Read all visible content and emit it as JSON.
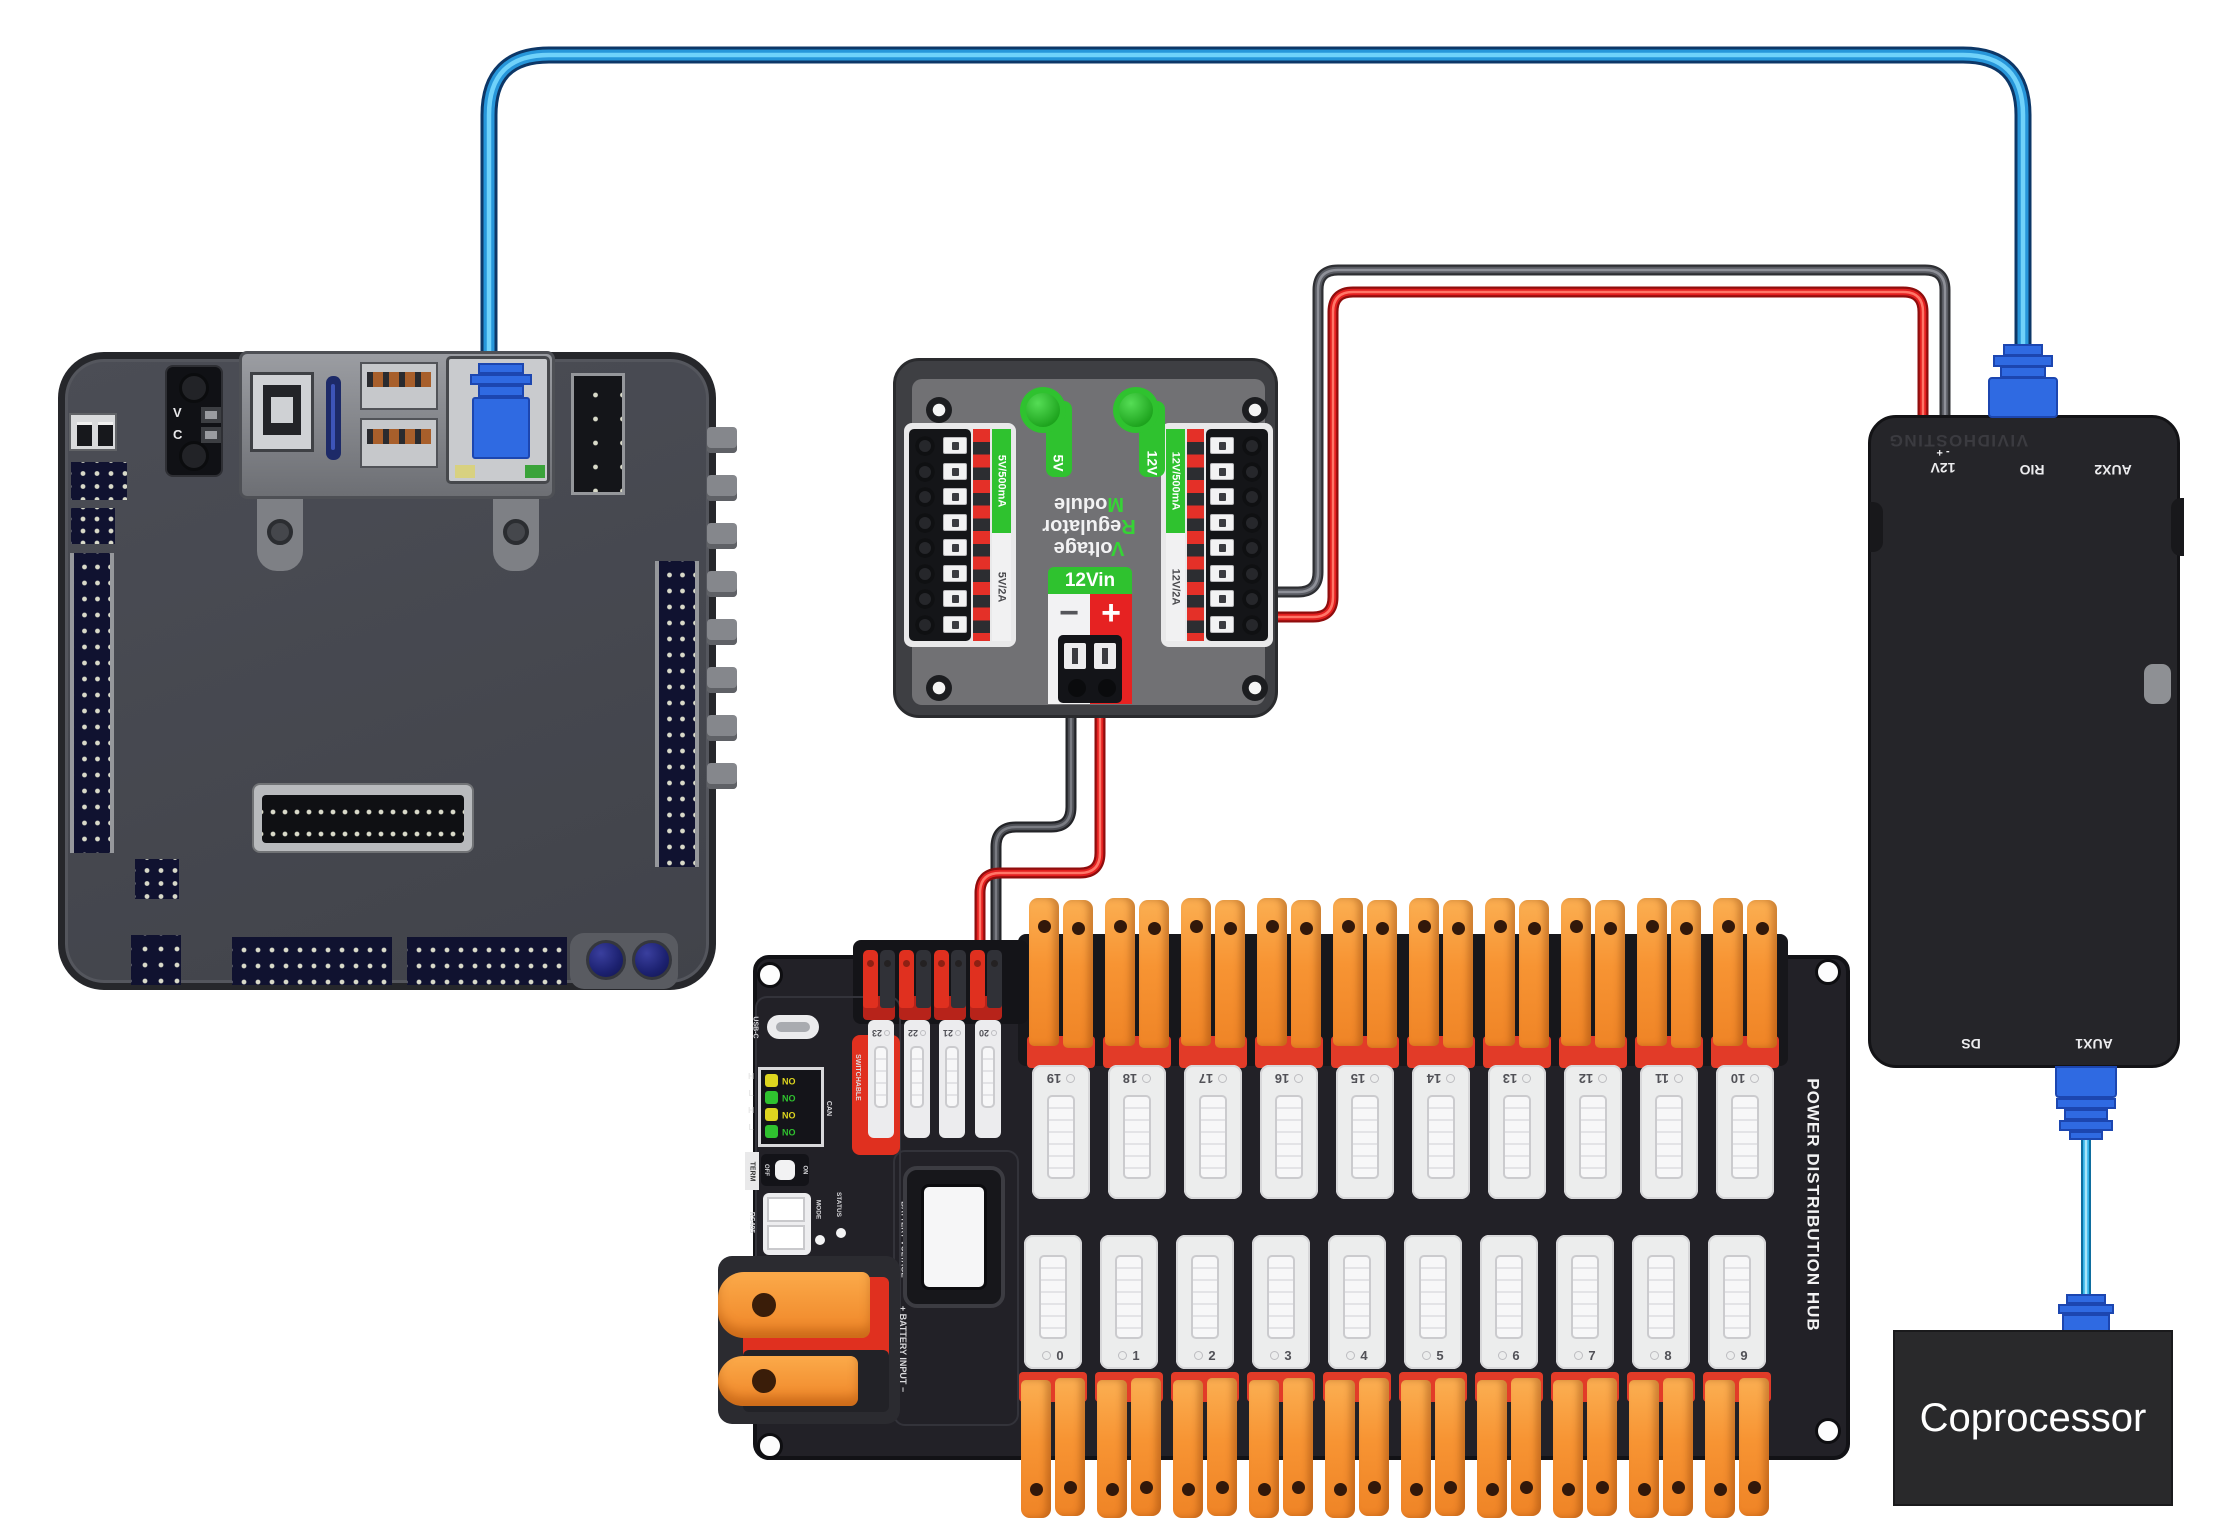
{
  "roborio": {
    "power_terminal_labels": [
      "V",
      "C"
    ]
  },
  "vrm": {
    "title": {
      "accents": [
        "V",
        "R",
        "M"
      ],
      "rests": [
        "oltage",
        "egulator",
        "odule"
      ]
    },
    "leds": [
      "5V",
      "12V"
    ],
    "rails": {
      "left_top": "5V/500mA",
      "left_bottom": "5V/2A",
      "right_top": "12V/500mA",
      "right_bottom": "12V/2A"
    },
    "input": {
      "label": "12Vin",
      "minus": "−",
      "plus": "+"
    },
    "accent_green": "#2fc22f",
    "accent_red": "#e62222"
  },
  "pdh": {
    "title": "POWER DISTRIBUTION HUB",
    "labels": {
      "usb_c": "USB-C",
      "can": "CAN",
      "term": "TERM",
      "off": "OFF",
      "on": "ON",
      "rs485": "RS485",
      "mode": "MODE",
      "status": "STATUS",
      "switchable": "SWITCHABLE",
      "battery_voltage": "BATTERY VOLTAGE",
      "battery_input": "+  BATTERY INPUT  −"
    },
    "can_rows": [
      "ON",
      "ON",
      "ON",
      "ON"
    ],
    "can_pins": [
      "H",
      "L",
      "H",
      "L"
    ],
    "top_channels": [
      "19",
      "18",
      "17",
      "16",
      "15",
      "14",
      "13",
      "12",
      "11",
      "10"
    ],
    "bottom_channels": [
      "0",
      "1",
      "2",
      "3",
      "4",
      "5",
      "6",
      "7",
      "8",
      "9"
    ],
    "small_channels": [
      "23",
      "22",
      "21",
      "20"
    ],
    "orange": "#f79433",
    "red": "#e0301f"
  },
  "radio": {
    "brand": "VIVIDHOSTING",
    "polarity": "- +",
    "top_ports": [
      "12V",
      "RIO",
      "AUX2"
    ],
    "bottom_ports": [
      "DS",
      "AUX1"
    ]
  },
  "coprocessor": {
    "label": "Coprocessor"
  },
  "wires": {
    "ethernet_color": "#2d9fe0",
    "power_red": "#e41f1f",
    "power_black": "#4b4d53",
    "aux_color": "#35b5ea"
  }
}
